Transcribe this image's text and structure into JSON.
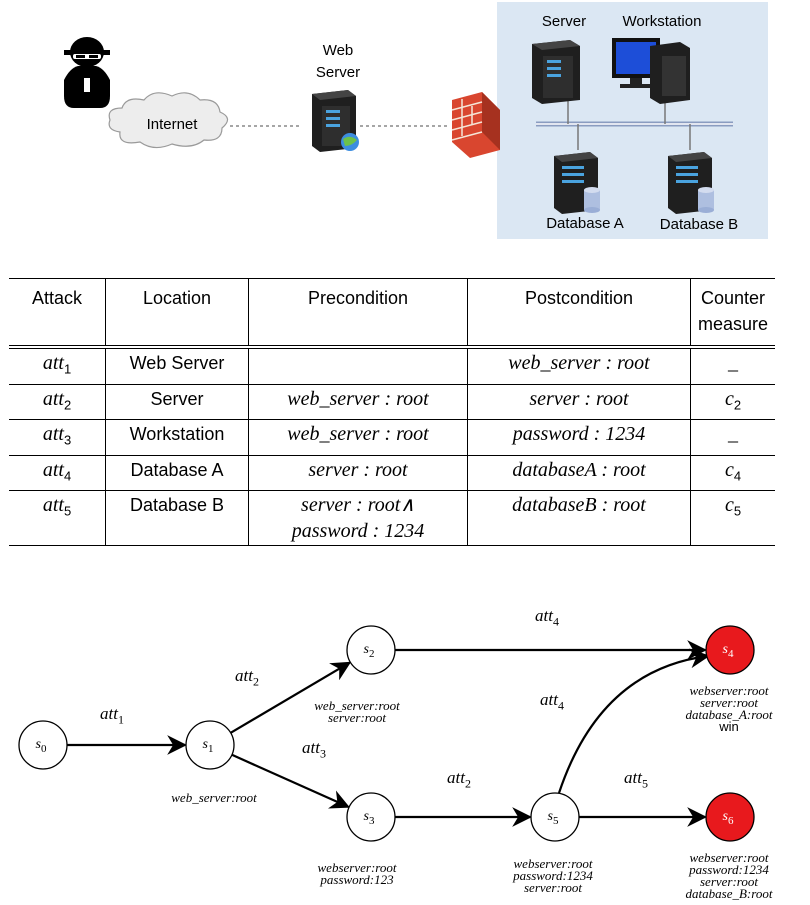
{
  "network": {
    "web_server_line1": "Web",
    "web_server_line2": "Server",
    "internet": "Internet",
    "server": "Server",
    "workstation": "Workstation",
    "database_a": "Database A",
    "database_b": "Database B",
    "colors": {
      "lan_bg": "#dbe7f3",
      "firewall": "#d9462f",
      "server_body": "#2b2b2b",
      "server_led": "#4aa3df",
      "db_cylinder": "#aebfe0"
    }
  },
  "table": {
    "headers": [
      "Attack",
      "Location",
      "Precondition",
      "Postcondition",
      "Counter",
      "measure"
    ],
    "rows": [
      {
        "attack": "att",
        "sub": "1",
        "location": "Web Server",
        "pre": [],
        "post": [
          "web_server : root"
        ],
        "cm": "_",
        "cm_sub": ""
      },
      {
        "attack": "att",
        "sub": "2",
        "location": "Server",
        "pre": [
          "web_server : root"
        ],
        "post": [
          "server : root"
        ],
        "cm": "c",
        "cm_sub": "2"
      },
      {
        "attack": "att",
        "sub": "3",
        "location": "Workstation",
        "pre": [
          "web_server : root"
        ],
        "post": [
          "password : 1234"
        ],
        "cm": "_",
        "cm_sub": ""
      },
      {
        "attack": "att",
        "sub": "4",
        "location": "Database A",
        "pre": [
          "server : root"
        ],
        "post": [
          "databaseA : root"
        ],
        "cm": "c",
        "cm_sub": "4"
      },
      {
        "attack": "att",
        "sub": "5",
        "location": "Database B",
        "pre": [
          "server : root∧",
          "password : 1234"
        ],
        "post": [
          "databaseB : root"
        ],
        "cm": "c",
        "cm_sub": "5"
      }
    ]
  },
  "graph": {
    "nodes": [
      {
        "id": "s0",
        "label": "s",
        "sub": "0",
        "goal": false
      },
      {
        "id": "s1",
        "label": "s",
        "sub": "1",
        "goal": false
      },
      {
        "id": "s2",
        "label": "s",
        "sub": "2",
        "goal": false
      },
      {
        "id": "s3",
        "label": "s",
        "sub": "3",
        "goal": false
      },
      {
        "id": "s4",
        "label": "s",
        "sub": "4",
        "goal": true
      },
      {
        "id": "s5",
        "label": "s",
        "sub": "5",
        "goal": false
      },
      {
        "id": "s6",
        "label": "s",
        "sub": "6",
        "goal": true
      }
    ],
    "edges": [
      {
        "from": "s0",
        "to": "s1",
        "label": "att",
        "sub": "1"
      },
      {
        "from": "s1",
        "to": "s2",
        "label": "att",
        "sub": "2"
      },
      {
        "from": "s1",
        "to": "s3",
        "label": "att",
        "sub": "3"
      },
      {
        "from": "s2",
        "to": "s4",
        "label": "att",
        "sub": "4"
      },
      {
        "from": "s3",
        "to": "s5",
        "label": "att",
        "sub": "2"
      },
      {
        "from": "s5",
        "to": "s4",
        "label": "att",
        "sub": "4"
      },
      {
        "from": "s5",
        "to": "s6",
        "label": "att",
        "sub": "5"
      }
    ],
    "state_labels": {
      "s1": [
        "web_server:root"
      ],
      "s2": [
        "web_server:root",
        "server:root"
      ],
      "s3": [
        "webserver:root",
        "password:123"
      ],
      "s4": [
        "webserver:root",
        "server:root",
        "database_A:root"
      ],
      "s4_win": "win",
      "s5": [
        "webserver:root",
        "password:1234",
        "server:root"
      ],
      "s6": [
        "webserver:root",
        "password:1234",
        "server:root",
        "database_B:root"
      ]
    },
    "colors": {
      "goal_fill": "#e8191d",
      "node_fill": "#ffffff"
    }
  }
}
